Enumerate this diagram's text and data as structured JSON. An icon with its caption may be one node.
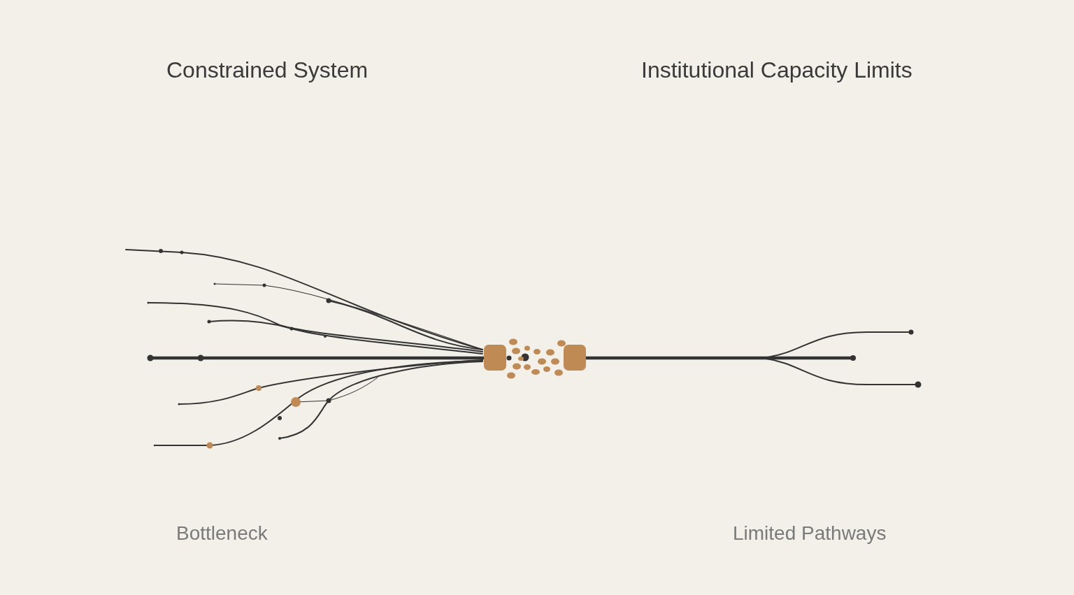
{
  "diagram": {
    "labels": [
      "Constrained System",
      "Institutional Capacity Limits",
      "Bottleneck",
      "Limited Pathways"
    ]
  }
}
